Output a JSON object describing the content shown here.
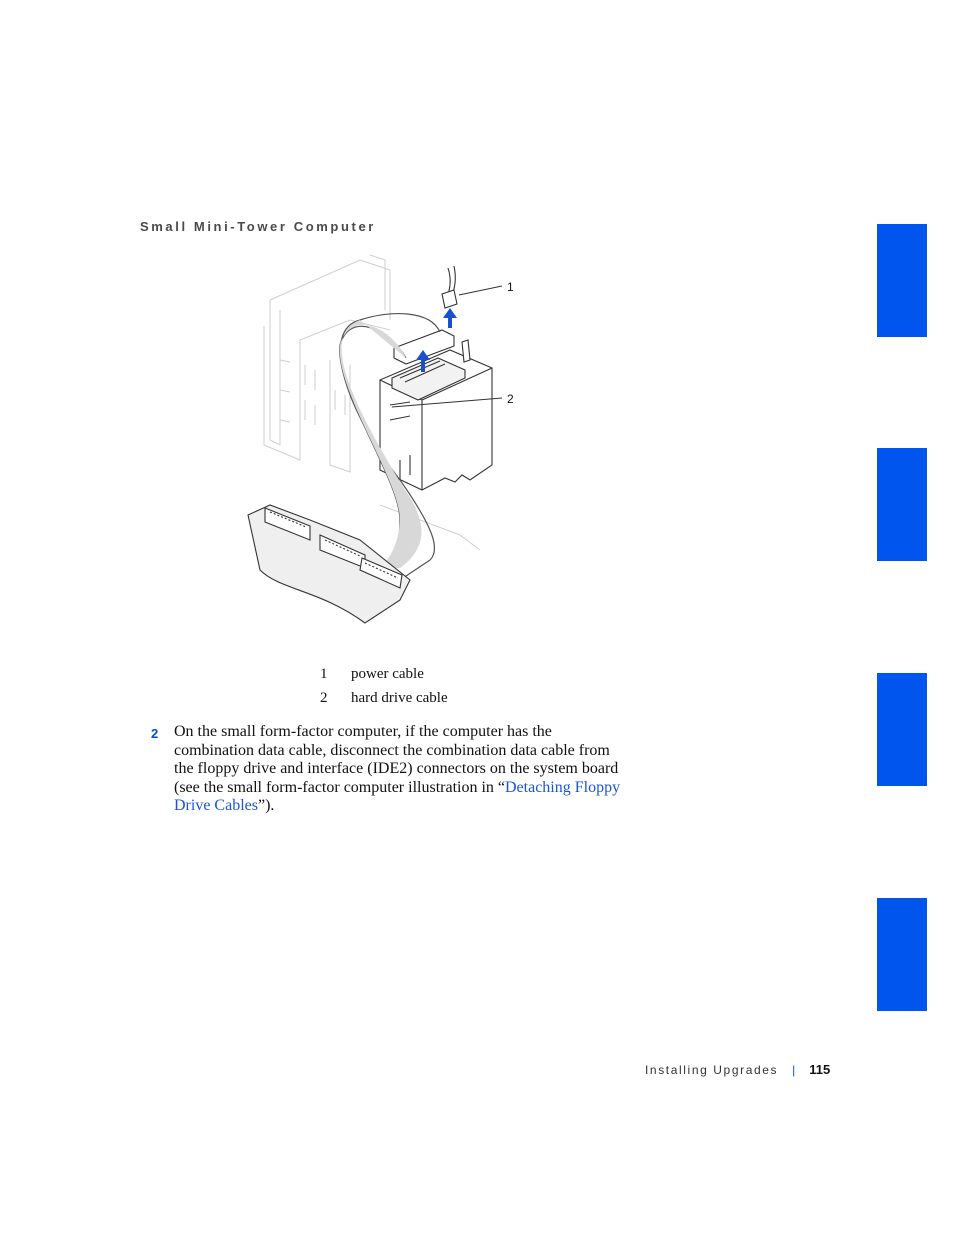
{
  "section_heading": "Small Mini-Tower Computer",
  "figure": {
    "callouts": [
      {
        "number": "1",
        "label": "power cable"
      },
      {
        "number": "2",
        "label": "hard drive cable"
      }
    ]
  },
  "step": {
    "number": "2",
    "text_before": "On the small form-factor computer, if the computer has the combination data cable, disconnect the combination data cable from the floppy drive and interface (IDE2) connectors on the system board (see the small form-factor computer illustration in “",
    "link_text": "Detaching Floppy Drive Cables",
    "text_after": "”)."
  },
  "footer": {
    "chapter": "Installing Upgrades",
    "separator": "|",
    "page_number": "115"
  },
  "colors": {
    "side_tab": "#0055ee",
    "link": "#1a55d6"
  }
}
